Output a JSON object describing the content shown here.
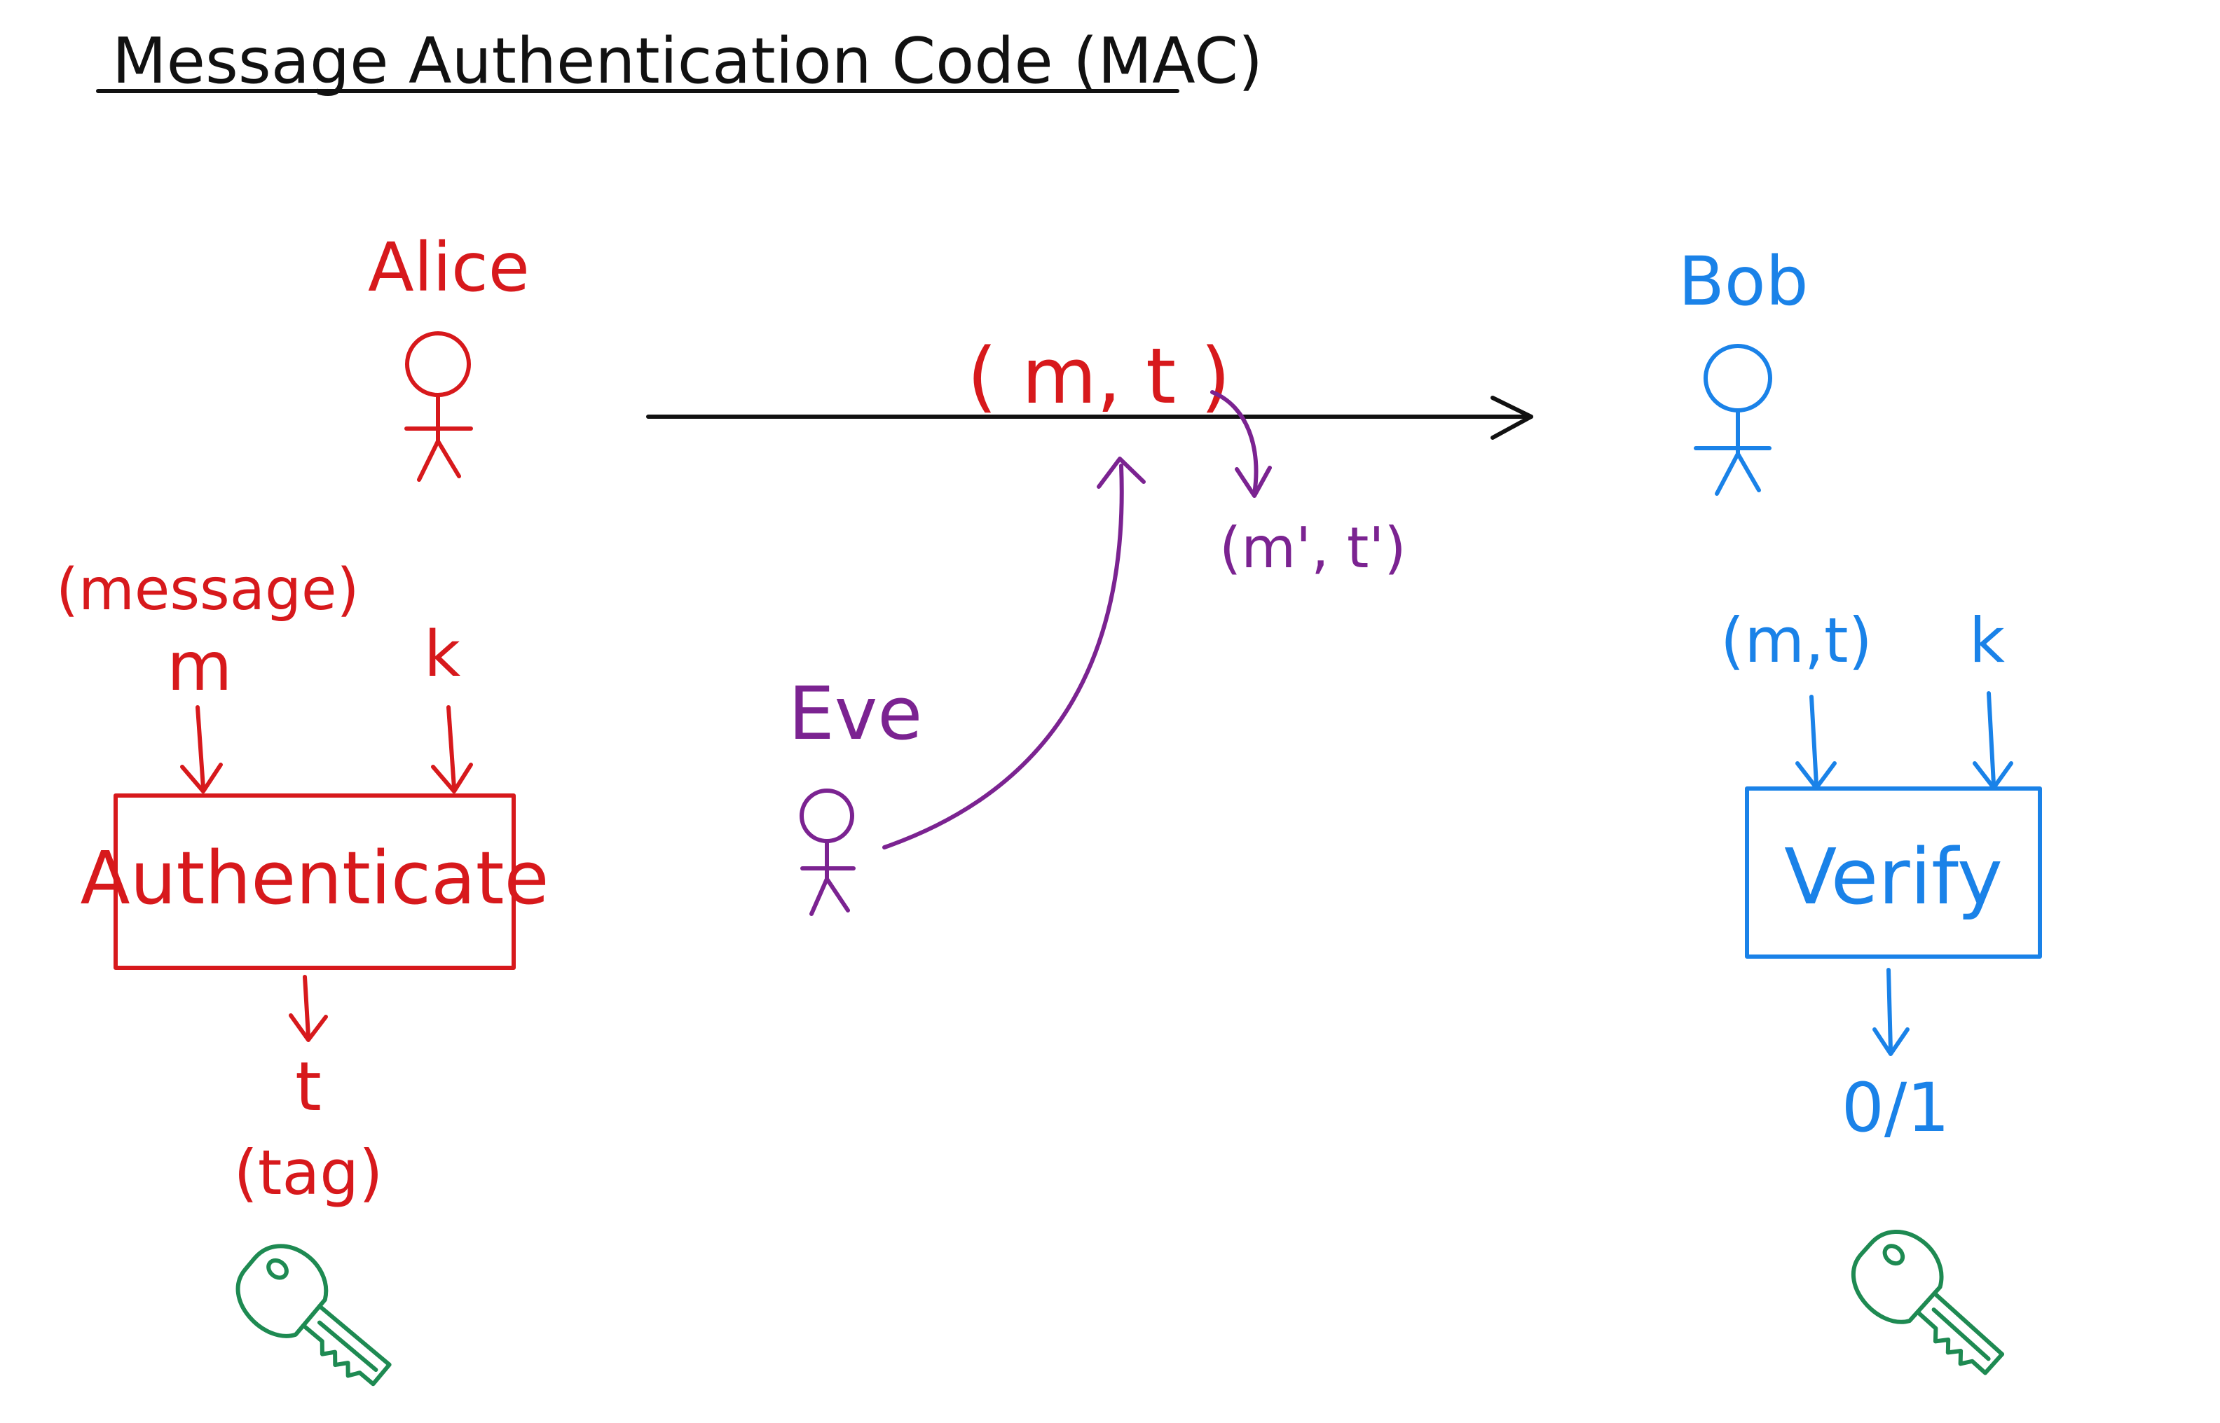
{
  "title": "Message Authentication Code (MAC)",
  "alice": {
    "name": "Alice",
    "message_label": "(message)",
    "message_var": "m",
    "key_var": "k",
    "box_label": "Authenticate",
    "output_var": "t",
    "output_label": "(tag)"
  },
  "channel": {
    "message": "( m, t )",
    "tampered": "(m', t')"
  },
  "eve": {
    "name": "Eve"
  },
  "bob": {
    "name": "Bob",
    "input_label": "(m,t)",
    "key_var": "k",
    "box_label": "Verify",
    "output_label": "0/1"
  },
  "colors": {
    "alice": "#d7191c",
    "bob": "#1a82e8",
    "eve": "#7b2391",
    "key": "#1e8a52",
    "channel": "#111111"
  },
  "icons": [
    "stick-figure-icon",
    "key-icon",
    "arrow-icon"
  ]
}
